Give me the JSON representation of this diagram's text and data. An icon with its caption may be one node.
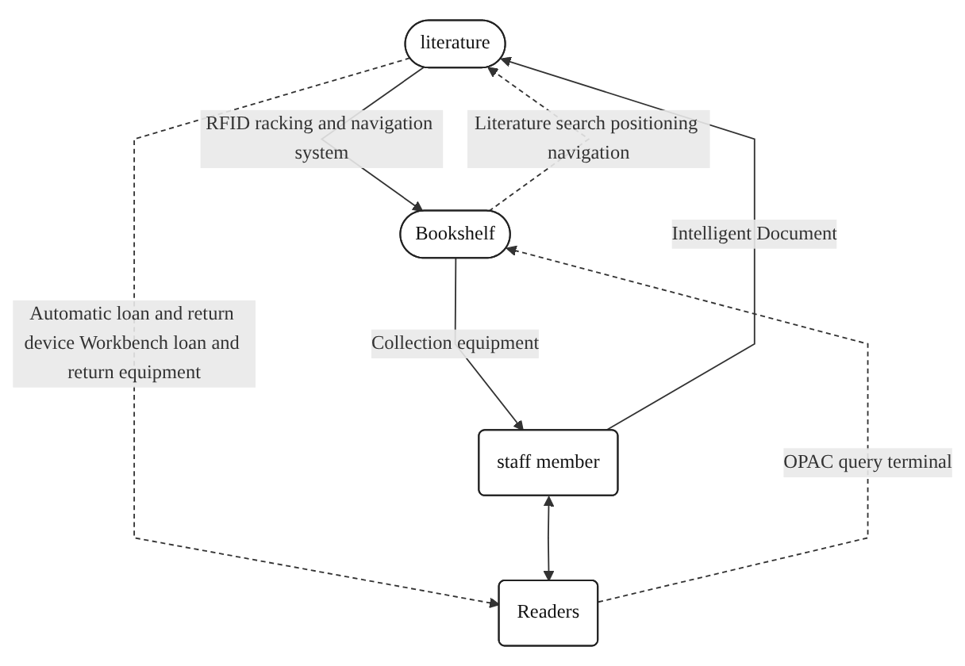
{
  "diagram": {
    "nodes": [
      {
        "text": [
          "literature"
        ]
      },
      {
        "text": [
          "Bookshelf"
        ]
      },
      {
        "text": [
          "staff member"
        ]
      },
      {
        "text": [
          "Readers"
        ]
      }
    ],
    "edges": [
      {
        "from": 0,
        "to": 1,
        "arrow": "to",
        "label": "RFID racking and navigation system"
      },
      {
        "from": 1,
        "to": 0,
        "arrow": "to",
        "style": "dashed",
        "label": "Literature search positioning navigation"
      },
      {
        "from": 0,
        "to": 3,
        "arrow": "to",
        "style": "dashed",
        "label": "Automatic loan and return device Workbench loan and return equipment"
      },
      {
        "from": 1,
        "to": 2,
        "arrow": "to",
        "label": "Collection equipment"
      },
      {
        "from": 2,
        "to": 0,
        "arrow": "to",
        "label": "Intelligent Document"
      },
      {
        "from": 2,
        "to": 3,
        "arrow": "both"
      },
      {
        "from": 3,
        "to": 1,
        "arrow": "to",
        "style": "dashed",
        "label": "OPAC query terminal"
      }
    ]
  }
}
